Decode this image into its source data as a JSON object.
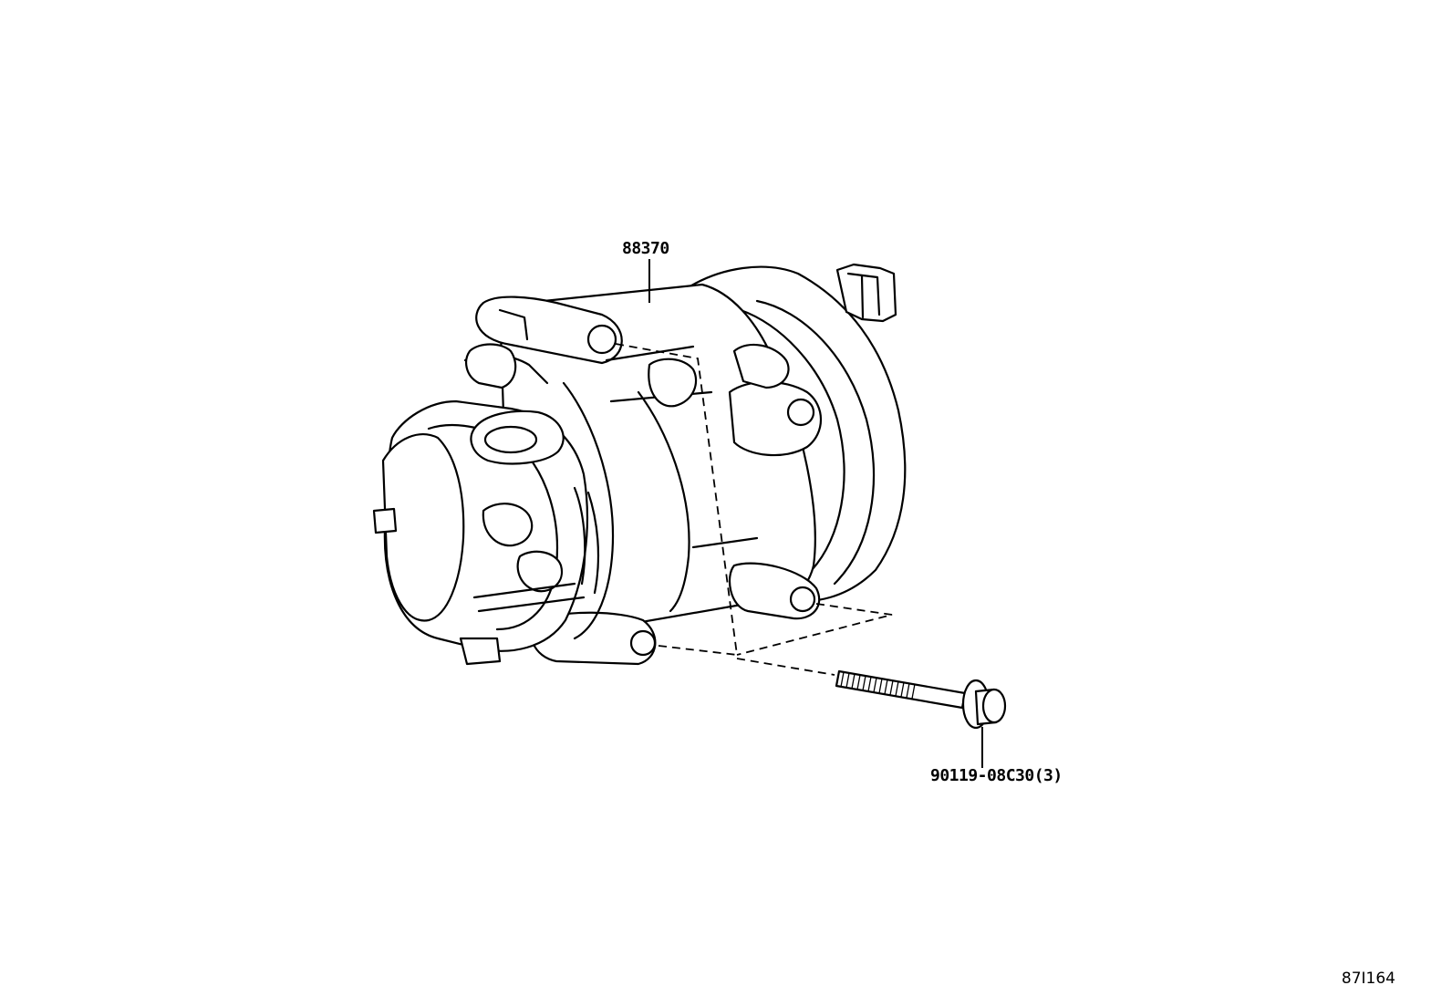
{
  "parts": [
    {
      "id": "compressor",
      "number": "88370"
    },
    {
      "id": "bolt",
      "number": "90119-08C30(3)"
    }
  ],
  "illustration_code": "87I164"
}
